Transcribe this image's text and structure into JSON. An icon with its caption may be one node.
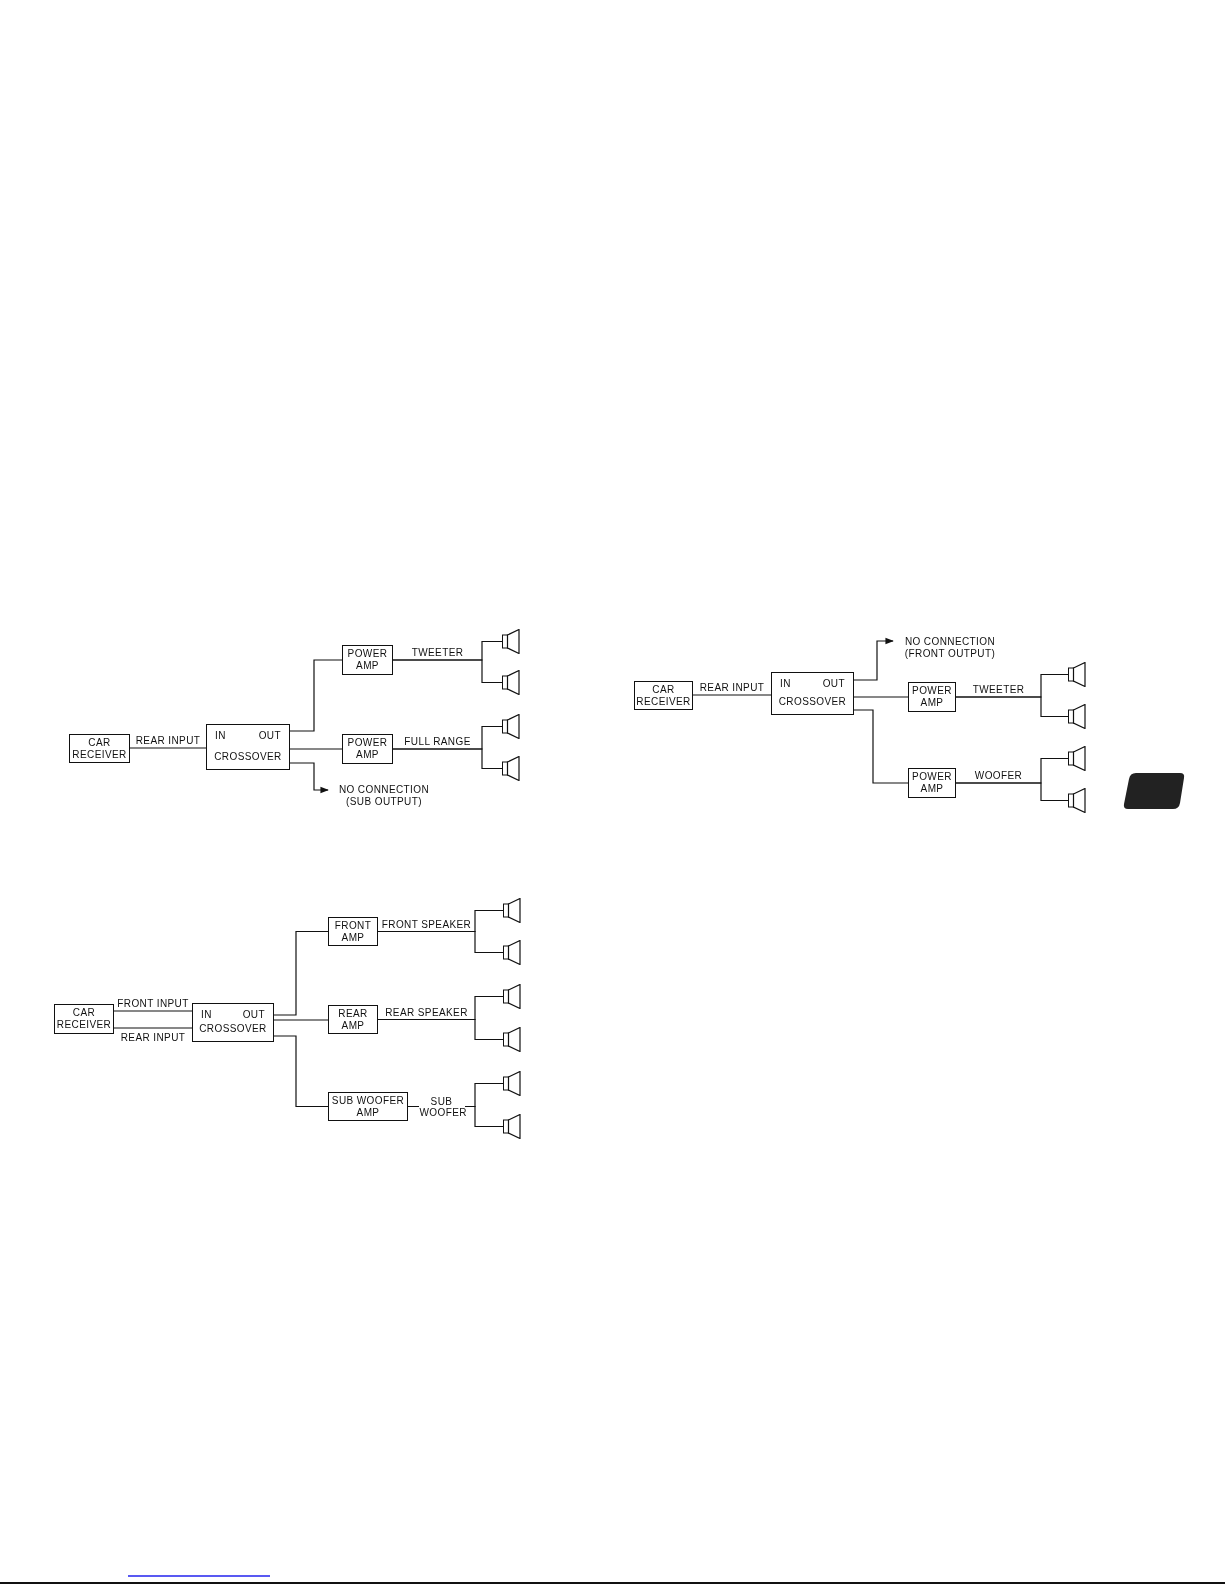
{
  "diagram": {
    "nodes": [
      {
        "text": [
          "CAR RECEIVER"
        ]
      },
      {
        "text": [
          "IN",
          "OUT",
          "CROSSOVER"
        ]
      },
      {
        "text": [
          "POWER AMP"
        ]
      },
      {
        "text": [
          "POWER AMP"
        ]
      },
      {
        "text": [],
        "shape": "speaker"
      },
      {
        "text": [],
        "shape": "speaker"
      },
      {
        "text": [],
        "shape": "speaker"
      },
      {
        "text": [],
        "shape": "speaker"
      },
      {
        "text": [
          "NO CONNECTION (SUB OUTPUT)"
        ]
      },
      {
        "text": [
          "CAR RECEIVER"
        ]
      },
      {
        "text": [
          "IN",
          "OUT",
          "CROSSOVER"
        ]
      },
      {
        "text": [
          "FRONT AMP"
        ]
      },
      {
        "text": [
          "REAR AMP"
        ]
      },
      {
        "text": [
          "SUB WOOFER AMP"
        ]
      },
      {
        "text": [],
        "shape": "speaker"
      },
      {
        "text": [],
        "shape": "speaker"
      },
      {
        "text": [],
        "shape": "speaker"
      },
      {
        "text": [],
        "shape": "speaker"
      },
      {
        "text": [],
        "shape": "speaker"
      },
      {
        "text": [],
        "shape": "speaker"
      },
      {
        "text": [
          "CAR RECEIVER"
        ]
      },
      {
        "text": [
          "IN",
          "OUT",
          "CROSSOVER"
        ]
      },
      {
        "text": [
          "NO CONNECTION (FRONT OUTPUT)"
        ]
      },
      {
        "text": [
          "POWER AMP"
        ]
      },
      {
        "text": [
          "POWER AMP"
        ]
      },
      {
        "text": [],
        "shape": "speaker"
      },
      {
        "text": [],
        "shape": "speaker"
      },
      {
        "text": [],
        "shape": "speaker"
      },
      {
        "text": [],
        "shape": "speaker"
      }
    ],
    "edges": [
      {
        "from": 0,
        "to": 1,
        "arrow": "none",
        "label": "REAR INPUT"
      },
      {
        "from": 1,
        "to": 2,
        "arrow": "none"
      },
      {
        "from": 1,
        "to": 3,
        "arrow": "none"
      },
      {
        "from": 1,
        "to": 8,
        "arrow": "to"
      },
      {
        "from": 2,
        "to": 4,
        "arrow": "none",
        "label": "TWEETER"
      },
      {
        "from": 2,
        "to": 5,
        "arrow": "none"
      },
      {
        "from": 3,
        "to": 6,
        "arrow": "none",
        "label": "FULL RANGE"
      },
      {
        "from": 3,
        "to": 7,
        "arrow": "none"
      },
      {
        "from": 9,
        "to": 10,
        "arrow": "none",
        "label": "FRONT INPUT"
      },
      {
        "from": 9,
        "to": 10,
        "arrow": "none",
        "label": "REAR INPUT"
      },
      {
        "from": 10,
        "to": 11,
        "arrow": "none"
      },
      {
        "from": 10,
        "to": 12,
        "arrow": "none"
      },
      {
        "from": 10,
        "to": 13,
        "arrow": "none"
      },
      {
        "from": 11,
        "to": 14,
        "arrow": "none",
        "label": "FRONT SPEAKER"
      },
      {
        "from": 11,
        "to": 15,
        "arrow": "none"
      },
      {
        "from": 12,
        "to": 16,
        "arrow": "none",
        "label": "REAR SPEAKER"
      },
      {
        "from": 12,
        "to": 17,
        "arrow": "none"
      },
      {
        "from": 13,
        "to": 18,
        "arrow": "none",
        "label": "SUB WOOFER"
      },
      {
        "from": 13,
        "to": 19,
        "arrow": "none"
      },
      {
        "from": 20,
        "to": 21,
        "arrow": "none",
        "label": "REAR INPUT"
      },
      {
        "from": 21,
        "to": 22,
        "arrow": "to"
      },
      {
        "from": 21,
        "to": 23,
        "arrow": "none"
      },
      {
        "from": 21,
        "to": 24,
        "arrow": "none"
      },
      {
        "from": 23,
        "to": 25,
        "arrow": "none",
        "label": "TWEETER"
      },
      {
        "from": 23,
        "to": 26,
        "arrow": "none"
      },
      {
        "from": 24,
        "to": 27,
        "arrow": "none",
        "label": "WOOFER"
      },
      {
        "from": 24,
        "to": 28,
        "arrow": "none"
      }
    ]
  }
}
